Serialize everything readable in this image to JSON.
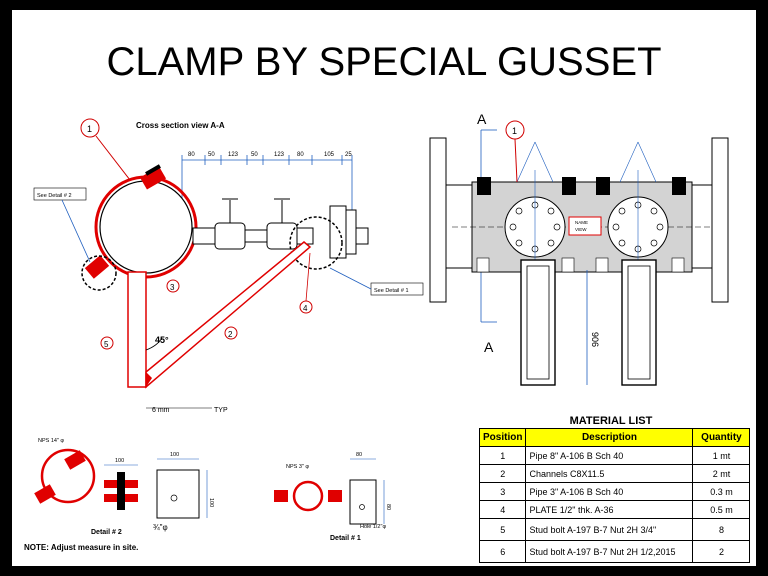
{
  "title": "CLAMP BY SPECIAL GUSSET",
  "cross_section": {
    "label": "Cross section view A-A",
    "dims": [
      "80",
      "50",
      "123",
      "50",
      "123",
      "80",
      "105",
      "25"
    ],
    "see_detail_2": "See Detail # 2",
    "see_detail_1": "See Detail # 1",
    "angle": "45°",
    "weld": "6 mm",
    "typ": "TYP",
    "callouts": [
      "1",
      "2",
      "3",
      "4",
      "5"
    ]
  },
  "plan_view": {
    "section_a_top": "A",
    "section_a_bottom": "A",
    "callout": "1",
    "name_tag": [
      "NAME",
      "VIEW"
    ],
    "dim": "906"
  },
  "details": {
    "nps14": "NPS 14\" φ",
    "d2_dim1": "100",
    "d2_dim2": "100",
    "d2_dim3": "100",
    "d2_hole": "¾\"φ",
    "detail2": "Detail # 2",
    "nps3": "NPS 3\" φ",
    "d1_dim1": "80",
    "d1_dim2": "80",
    "d1_hole": "Hole 1/2\"φ",
    "detail1": "Detail # 1"
  },
  "note": "NOTE: Adjust measure in site.",
  "material_list": {
    "title": "MATERIAL LIST",
    "headers": [
      "Position",
      "Description",
      "Quantity"
    ],
    "rows": [
      {
        "pos": "1",
        "desc": "Pipe 8\" A-106 B Sch 40",
        "qty": "1 mt"
      },
      {
        "pos": "2",
        "desc": "Channels   C8X11.5",
        "qty": "2 mt"
      },
      {
        "pos": "3",
        "desc": "Pipe 3\" A-106 B Sch 40",
        "qty": "0.3 m"
      },
      {
        "pos": "4",
        "desc": "PLATE  1/2\" thk. A-36",
        "qty": "0.5 m"
      },
      {
        "pos": "5",
        "desc": "Stud bolt A-197 B-7 Nut 2H   3/4\"",
        "qty": "8"
      },
      {
        "pos": "6",
        "desc": "Stud bolt A-197 B-7 Nut 2H  1/2,2015",
        "qty": "2"
      }
    ]
  },
  "colors": {
    "clamp": "#e00000",
    "dim": "#1f5fbf",
    "callout": "#d00000"
  }
}
